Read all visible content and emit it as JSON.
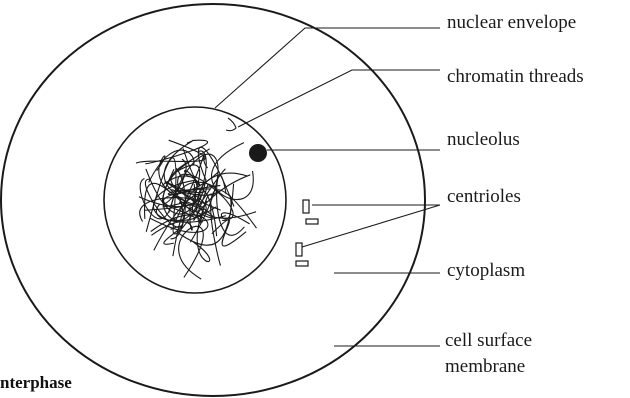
{
  "labels": {
    "nuclear_envelope": "nuclear envelope",
    "chromatin_threads": "chromatin threads",
    "nucleolus": "nucleolus",
    "centrioles": "centrioles",
    "cytoplasm": "cytoplasm",
    "cell_surface_membrane_line1": "cell surface",
    "cell_surface_membrane_line2": "membrane"
  },
  "caption": "nterphase",
  "colors": {
    "ink": "#1a1a1a",
    "background": "#ffffff"
  }
}
